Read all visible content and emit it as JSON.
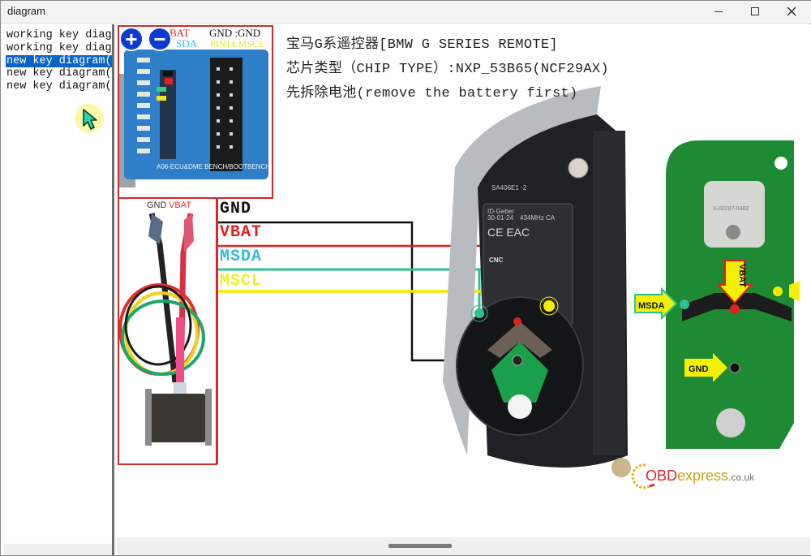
{
  "window": {
    "title": "diagram",
    "controls": {
      "minimize": "minimize",
      "maximize": "maximize",
      "close": "close"
    }
  },
  "sidebar": {
    "items": [
      {
        "label": "working key diagr",
        "selected": false
      },
      {
        "label": "working key diagr",
        "selected": false
      },
      {
        "label": "new key diagram(C",
        "selected": true
      },
      {
        "label": "new key diagram(U",
        "selected": false
      },
      {
        "label": "new key diagram(U",
        "selected": false
      }
    ]
  },
  "zoom_controls": {
    "zoom_in": "+",
    "zoom_out": "−"
  },
  "diagram": {
    "header_lines": [
      "宝马G系遥控器[BMW G SERIES REMOTE]",
      "芯片类型（CHIP TYPE）:NXP_53B65(NCF29AX)",
      "先拆除电池(remove the battery first)"
    ],
    "adapter_board": {
      "top_labels": {
        "vbat": "BAT",
        "msda": "MSDA",
        "gnd": "GND :GND",
        "mscl": "PIN14:MSCL"
      },
      "board_name": "A06-ECU&DME BENCH/BOOTBENCH"
    },
    "cable_labels": {
      "gnd": "GND",
      "vbat": "VBAT"
    },
    "pins": [
      {
        "name": "GND",
        "color": "#111111"
      },
      {
        "name": "VBAT",
        "color": "#e0221e"
      },
      {
        "name": "MSDA",
        "color": "#35b7e8"
      },
      {
        "name": "MSCL",
        "color": "#f2ee1d"
      }
    ],
    "wire_colors": {
      "gnd": "#111111",
      "vbat": "#e0221e",
      "msda": "#2ec28f",
      "mscl": "#f5ea00"
    },
    "key_label_text": [
      "SA406E1 -2",
      "ID-Geber",
      "30-01-24",
      "434MHz CA",
      "CNC"
    ],
    "pcb_callouts": [
      {
        "name": "MSDA",
        "bg": "#f5f000"
      },
      {
        "name": "VBAT",
        "bg": "#f5f000"
      },
      {
        "name": "GND",
        "bg": "#f5f000"
      }
    ],
    "pcb_chip_text": "X-00287-0482",
    "watermark": {
      "brand_red": "OBD",
      "brand_gold": "express",
      "domain": ".co.uk"
    }
  },
  "scrollbar": {
    "horizontal": "horizontal-scrollbar"
  }
}
